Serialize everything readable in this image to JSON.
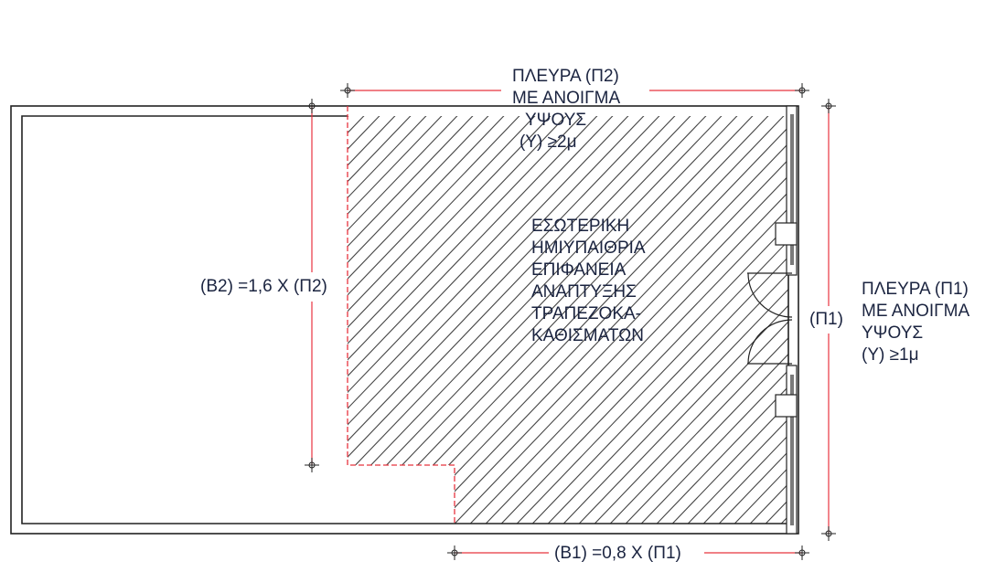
{
  "colors": {
    "wall": "#222222",
    "dimension": "#e8343f",
    "text": "#1b2440",
    "hatch": "#444444"
  },
  "labels": {
    "side_p2": [
      "ΠΛΕΥΡΑ (Π2)",
      "ΜΕ ΑΝΟΙΓΜΑ",
      "ΥΨΟΥΣ",
      "(Υ) ≥2μ"
    ],
    "side_p1": [
      "ΠΛΕΥΡΑ (Π1)",
      "ΜΕ ΑΝΟΙΓΜΑ",
      "ΥΨΟΥΣ",
      "(Υ) ≥1μ"
    ],
    "area": [
      "ΕΣΩΤΕΡΙΚΗ",
      "ΗΜΙΥΠΑΙΘΡΙΑ",
      "ΕΠΙΦΑΝΕΙΑ",
      "ΑΝΑΠΤΥΞΗΣ",
      "ΤΡΑΠΕΖΟΚΑ-",
      "ΚΑΘΙΣΜΑΤΩΝ"
    ],
    "dim_b2": "(Β2) =1,6 Χ (Π2)",
    "dim_p1": "(Π1)",
    "dim_b1": "(Β1) =0,8 Χ (Π1)"
  }
}
